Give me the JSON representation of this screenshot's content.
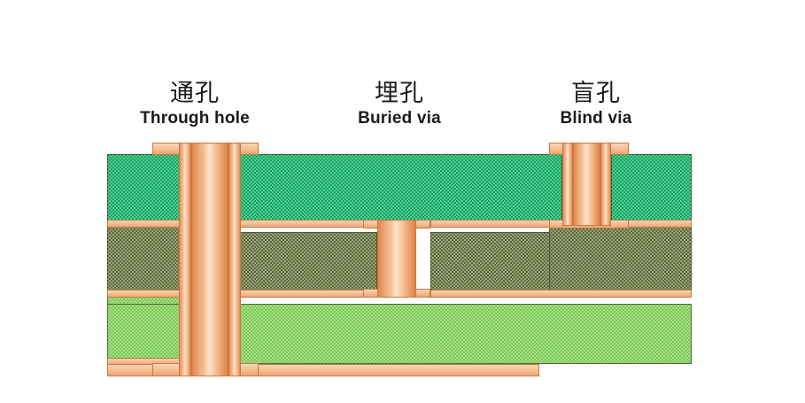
{
  "diagram": {
    "title": "PCB via types cross-section",
    "background": "#ffffff",
    "labels": [
      {
        "id": "through-hole",
        "cn": "通孔",
        "en": "Through hole"
      },
      {
        "id": "buried-via",
        "cn": "埋孔",
        "en": "Buried via"
      },
      {
        "id": "blind-via",
        "cn": "盲孔",
        "en": "Blind via"
      }
    ],
    "colors": {
      "dielectric_top": "#00a85c",
      "dielectric_middle": "#5c6b35",
      "dielectric_bottom": "#77c94b",
      "copper": "#f2b98c",
      "copper_edge": "#c9793f",
      "copper_highlight": "#fde3cd",
      "text": "#1a1a1a"
    },
    "layers": [
      {
        "name": "top-copper-foil",
        "material": "copper"
      },
      {
        "name": "dielectric-layer-1",
        "material": "prepreg",
        "color": "#00a85c"
      },
      {
        "name": "inner-copper-foil-1",
        "material": "copper"
      },
      {
        "name": "dielectric-layer-2",
        "material": "core",
        "color": "#5c6b35"
      },
      {
        "name": "inner-copper-foil-2",
        "material": "copper"
      },
      {
        "name": "dielectric-layer-3",
        "material": "prepreg",
        "color": "#77c94b"
      },
      {
        "name": "bottom-copper-foil",
        "material": "copper"
      }
    ],
    "vias": [
      {
        "name": "through-hole",
        "spans": "top surface to bottom surface",
        "plated": true
      },
      {
        "name": "buried-via",
        "spans": "inner layer 1 to inner layer 2",
        "plated": true
      },
      {
        "name": "blind-via",
        "spans": "top surface to inner layer 1",
        "plated": true
      }
    ]
  }
}
